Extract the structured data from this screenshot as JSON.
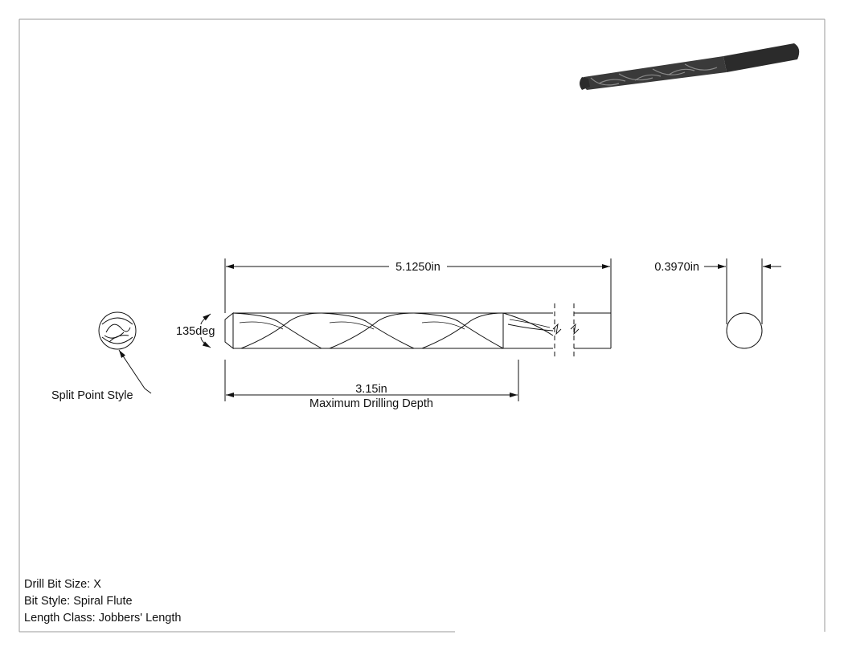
{
  "dimensions": {
    "overall_length": "5.1250in",
    "diameter": "0.3970in",
    "point_angle": "135deg",
    "drilling_depth": "3.15in",
    "drilling_depth_label": "Maximum Drilling Depth"
  },
  "callouts": {
    "split_point": "Split Point Style"
  },
  "notes": {
    "size": "Drill Bit Size: X",
    "style": "Bit Style: Spiral Flute",
    "length_class": "Length Class: Jobbers' Length"
  },
  "iso_view": {
    "body_color": "#3a3a3a",
    "shank_color": "#2b2b2b",
    "highlight_color": "#8a8a8a"
  }
}
